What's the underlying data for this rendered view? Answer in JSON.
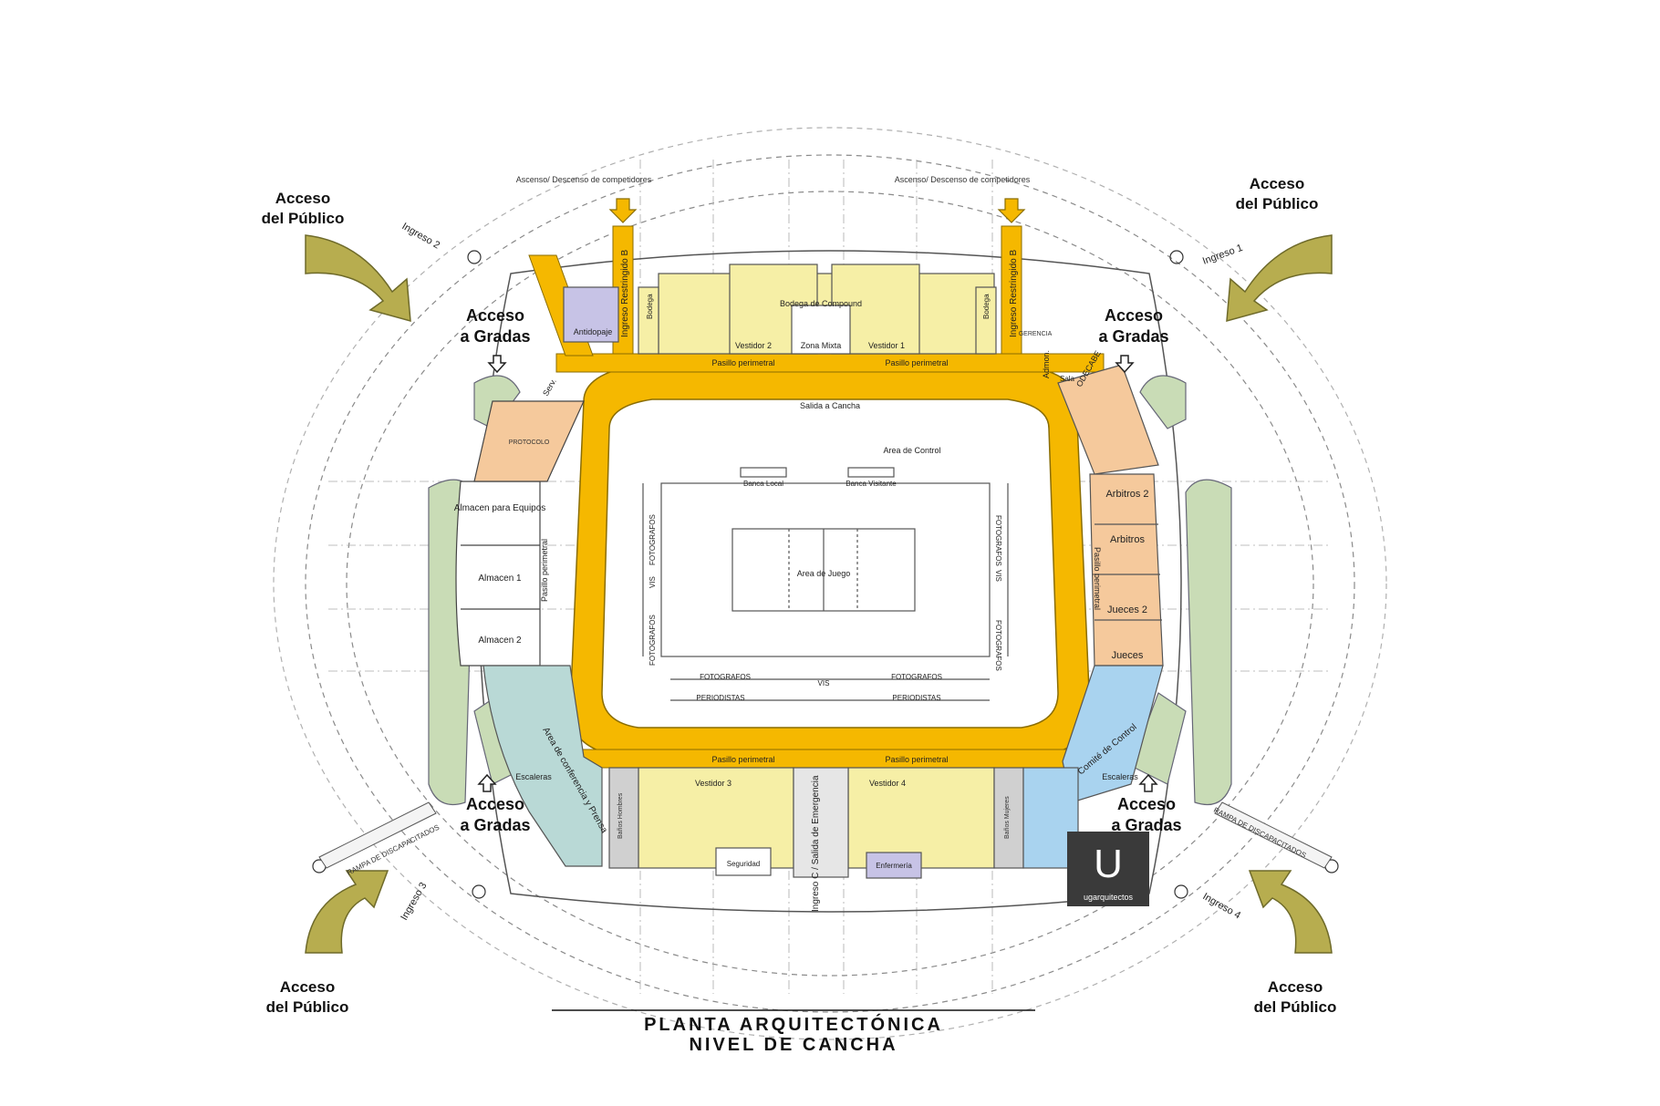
{
  "title": {
    "line1": "PLANTA ARQUITECTÓNICA",
    "line2": "NIVEL DE CANCHA"
  },
  "access_public": {
    "line1": "Acceso",
    "line2": "del Público"
  },
  "access_gradas": {
    "line1": "Acceso",
    "line2": "a Gradas"
  },
  "ingresos": [
    "Ingreso 1",
    "Ingreso 2",
    "Ingreso 3",
    "Ingreso 4"
  ],
  "restricted": "Ingreso Restringido B",
  "drop_off": "Ascenso/ Descenso de competidores",
  "ramp": "RAMPA DE DISCAPACITADOS",
  "corridor": "Pasillo perimetral",
  "field_exit": "Salida a Cancha",
  "emergency": "Ingreso C / Salida de Emergencia",
  "rooms": {
    "vestidor1": "Vestidor 1",
    "vestidor2": "Vestidor 2",
    "vestidor3": "Vestidor 3",
    "vestidor4": "Vestidor 4",
    "zona_mixta": "Zona Mixta",
    "bodega": "Bodega",
    "bodega_compound": "Bodega de Compound",
    "antidopaje": "Antidopaje",
    "almacen_equipos": "Almacen para Equipos",
    "almacen1": "Almacen 1",
    "almacen2": "Almacen 2",
    "arbitros": "Arbitros",
    "arbitros2": "Arbitros 2",
    "jueces": "Jueces",
    "jueces2": "Jueces 2",
    "comite": "Comité de Control",
    "conferencia": "Area de conferencia y Prensa",
    "seguridad": "Seguridad",
    "enfermeria": "Enfermería",
    "banos_hombres": "Baños Hombres",
    "banos_mujeres": "Baños Mujeres",
    "escaleras": "Escaleras",
    "protocolo": "PROTOCOLO",
    "admon": "Admon.",
    "sala": "Sala",
    "gerencia": "GERENCIA",
    "serv": "Serv.",
    "odecabe": "ODECABE"
  },
  "court": {
    "area_juego": "Area de Juego",
    "banca_local": "Banca Local",
    "banca_visitante": "Banca Visitante",
    "area_control": "Area de Control",
    "fotografos": "FOTOGRAFOS",
    "periodistas": "PERIODISTAS",
    "vis": "VIS"
  },
  "logo": {
    "mark": "U",
    "name": "ugarquitectos"
  },
  "colors": {
    "corridor": "#f5b800",
    "locker": "#f6efa6",
    "officials": "#f5c99c",
    "control": "#a9d3ef",
    "press": "#b9d9d6",
    "purple": "#c7c3e6",
    "green": "#c9dcb6",
    "arrow": "#b7ad4f"
  }
}
